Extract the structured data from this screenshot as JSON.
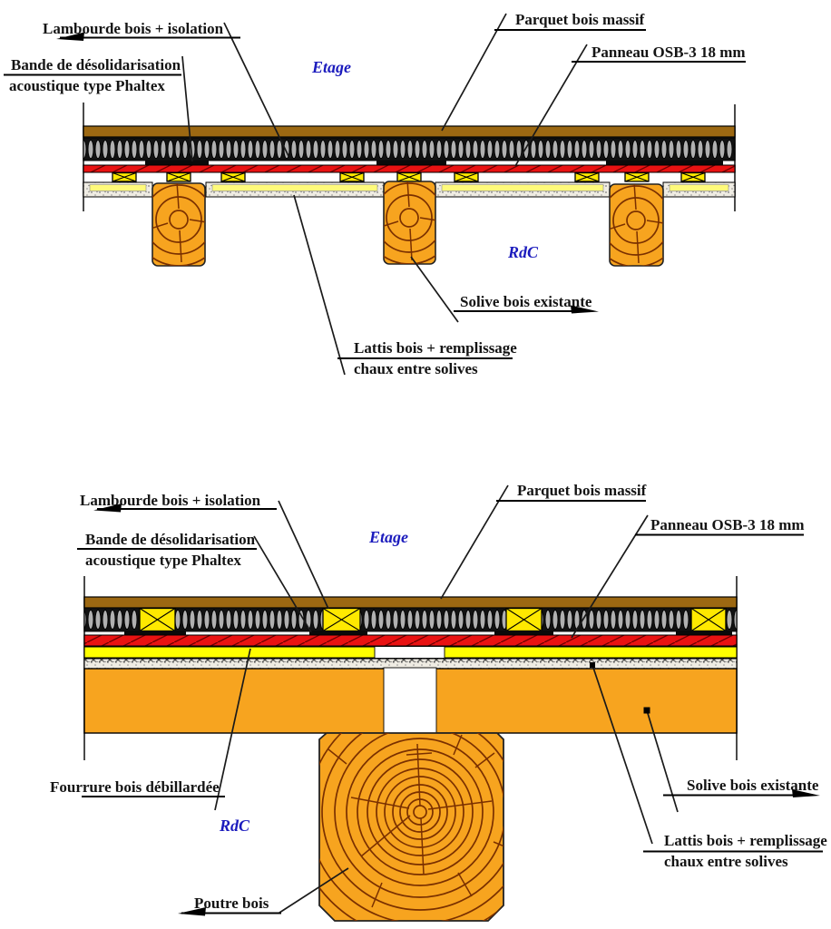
{
  "colors": {
    "wood_orange": "#F7A41F",
    "ring_brown": "#7A3000",
    "parquet_brown": "#9C6812",
    "osb_red": "#E91212",
    "batten_yellow": "#FFE900",
    "fourrure_yellow": "#FFFF00",
    "lattis_yellow": "#FFFA7A",
    "insulation_gray": "#B0B0B0",
    "label_blue": "#1B1BBD"
  },
  "diagram1": {
    "zone_upper": "Etage",
    "zone_lower": "RdC",
    "labels": {
      "lambourde": "Lambourde bois + isolation",
      "bande_1": "Bande de désolidarisation",
      "bande_2": "acoustique type Phaltex",
      "parquet": "Parquet bois massif",
      "osb": "Panneau OSB-3 18 mm",
      "solive": "Solive bois existante",
      "lattis_1": "Lattis bois + remplissage",
      "lattis_2": "chaux entre solives"
    }
  },
  "diagram2": {
    "zone_upper": "Etage",
    "zone_lower": "RdC",
    "labels": {
      "lambourde": "Lambourde bois + isolation",
      "bande_1": "Bande de désolidarisation",
      "bande_2": "acoustique type Phaltex",
      "parquet": "Parquet bois massif",
      "osb": "Panneau OSB-3 18 mm",
      "fourrure": "Fourrure bois débillardée",
      "solive": "Solive bois existante",
      "lattis_1": "Lattis bois + remplissage",
      "lattis_2": "chaux entre solives",
      "poutre": "Poutre bois"
    }
  }
}
